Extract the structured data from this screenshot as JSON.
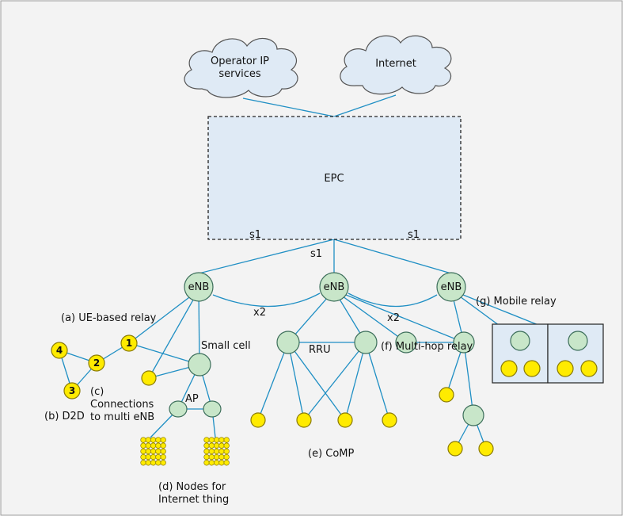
{
  "colors": {
    "background": "#f3f3f3",
    "frame": "#9a9a9a",
    "link": "#1f8fc4",
    "node_fill": "#c8e6c9",
    "node_stroke": "#3c6e5a",
    "ue_fill": "#ffeb00",
    "ue_stroke": "#8a7a00",
    "epc_fill": "#dfeaf5",
    "cloud_fill": "#dfeaf5"
  },
  "clouds": {
    "operator": "Operator IP\nservices",
    "internet": "Internet"
  },
  "epc": {
    "label": "EPC"
  },
  "interfaces": {
    "s1_left": "s1",
    "s1_center": "s1",
    "s1_right": "s1",
    "x2_left": "x2",
    "x2_right": "x2"
  },
  "enb": {
    "left": "eNB",
    "center": "eNB",
    "right": "eNB"
  },
  "labels": {
    "a": "(a) UE-based relay",
    "b": "(b) D2D",
    "c": "(c)\nConnections\nto multi eNB",
    "d": "(d) Nodes for\nInternet thing",
    "e": "(e) CoMP",
    "f": "(f) Multi-hop relay",
    "g": "(g) Mobile relay",
    "small_cell": "Small cell",
    "ap": "AP",
    "rru": "RRU"
  },
  "ue_numbers": [
    "1",
    "2",
    "3",
    "4"
  ]
}
